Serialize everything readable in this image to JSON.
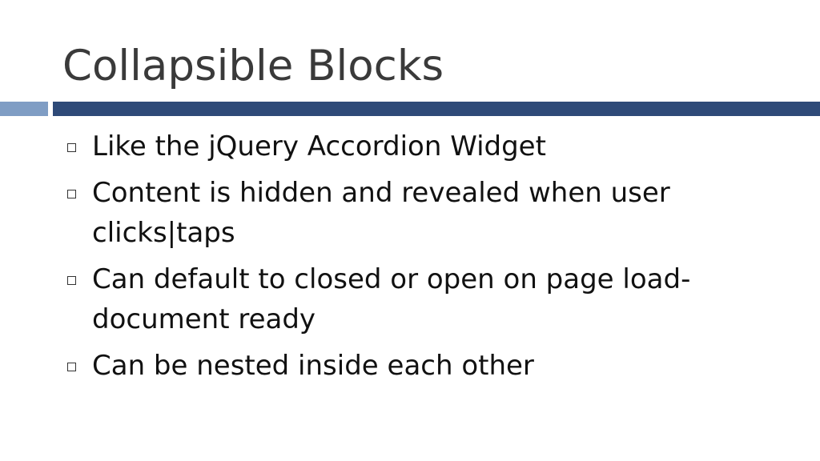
{
  "slide": {
    "title": "Collapsible Blocks",
    "bullets": [
      "Like the jQuery Accordion Widget",
      "Content is hidden and revealed when user clicks|taps",
      "Can default to closed or open on page load-document ready",
      "Can be nested inside each other"
    ]
  },
  "colors": {
    "accent_light": "#7f9dc4",
    "accent_dark": "#2e4a78"
  }
}
